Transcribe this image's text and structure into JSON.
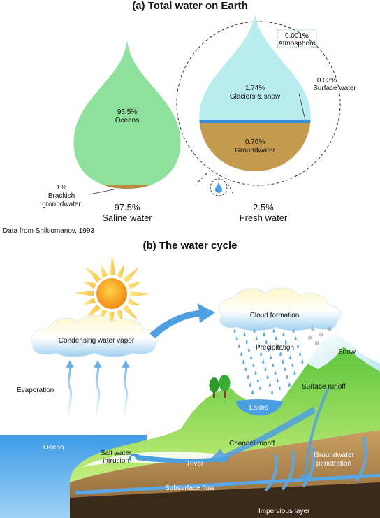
{
  "part_a": {
    "title": "(a) Total water on Earth",
    "saline": {
      "oceans_pct": "96.5%",
      "oceans_label": "Oceans",
      "brackish_pct": "1%",
      "brackish_l1": "Brackish",
      "brackish_l2": "groundwater",
      "total_pct": "97.5%",
      "total_label": "Saline water"
    },
    "fresh": {
      "atm_pct": "0.001%",
      "atm_label": "Atmosphere",
      "glaciers_pct": "1.74%",
      "glaciers_label": "Glaciers & snow",
      "surface_pct": "0.03%",
      "surface_label": "Surface water",
      "ground_pct": "0.76%",
      "ground_label": "Groundwater",
      "total_pct": "2.5%",
      "total_label": "Fresh water"
    },
    "source": "Data from Shiklomanov, 1993"
  },
  "part_b": {
    "title": "(b) The water cycle",
    "labels": {
      "condensing": "Condensing water vapor",
      "cloud": "Cloud formation",
      "evaporation": "Evaporation",
      "precipitation": "Precipitation",
      "snow": "Snow",
      "lakes": "Lakes",
      "surface_runoff": "Surface runoff",
      "ocean": "Ocean",
      "channel_runoff": "Channel runoff",
      "salt_l1": "Salt water",
      "salt_l2": "intrusion",
      "river": "River",
      "gw_l1": "Groundwater",
      "gw_l2": "penetration",
      "subsurface": "Subsurface flow",
      "impervious": "Impervious layer"
    }
  },
  "colors": {
    "ocean_drop": "#8ee09c",
    "glacier": "#b8ecef",
    "groundwater": "#c49a4f",
    "water_blue": "#4a9fe0",
    "sun": "#f7a21b",
    "land_green": "#7fd13b"
  }
}
